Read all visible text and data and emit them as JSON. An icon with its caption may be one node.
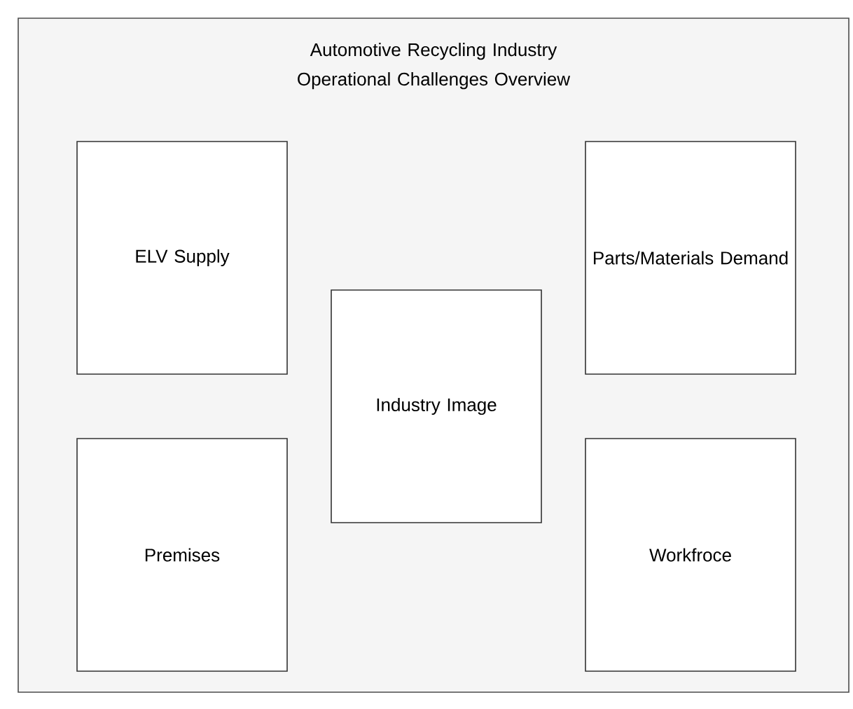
{
  "diagram": {
    "nodes": [
      {
        "text": [
          "Automotive Recycling Industry Operational Challenges Overview"
        ]
      },
      {
        "text": [
          "ELV Supply"
        ],
        "in": 0
      },
      {
        "text": [
          "Parts/Materials Demand"
        ],
        "in": 0
      },
      {
        "text": [
          "Industry Image"
        ],
        "in": 0
      },
      {
        "text": [
          "Premises"
        ],
        "in": 0
      },
      {
        "text": [
          "Workfroce"
        ],
        "in": 0
      }
    ]
  }
}
